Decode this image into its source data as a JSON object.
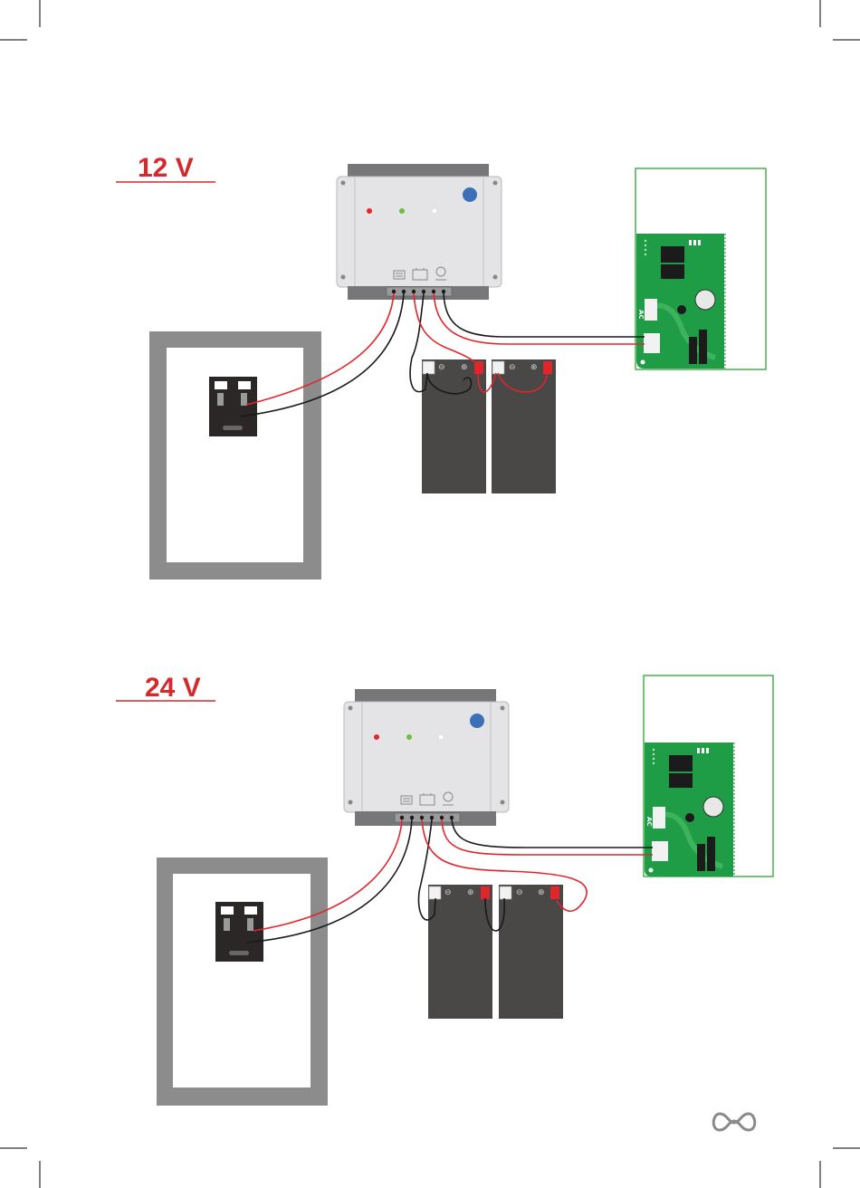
{
  "diagrams": [
    {
      "id": "12v",
      "voltage_label": "12 V"
    },
    {
      "id": "24v",
      "voltage_label": "24 V"
    }
  ],
  "battery_terminal_labels": {
    "negative": "⊖",
    "positive": "⊕"
  },
  "pcb_labels": {
    "ac": "AC",
    "dc": "+ -"
  },
  "footer": {
    "logo_icon": "chain-logo-icon"
  },
  "colors": {
    "label_red": "#d42a2e",
    "wire_red": "#e1262b",
    "wire_black": "#1a1a1a",
    "controller_body": "#e4e4e7",
    "controller_rail": "#77777a",
    "panel_frame": "#8c8c8c",
    "battery": "#4a4747",
    "pcb_green": "#1f9c46",
    "enclosure_outline": "#4caf50",
    "led_red": "#e1262b",
    "led_green": "#6cbd45",
    "led_white": "#ffffff",
    "button_blue": "#3b6fb6"
  }
}
